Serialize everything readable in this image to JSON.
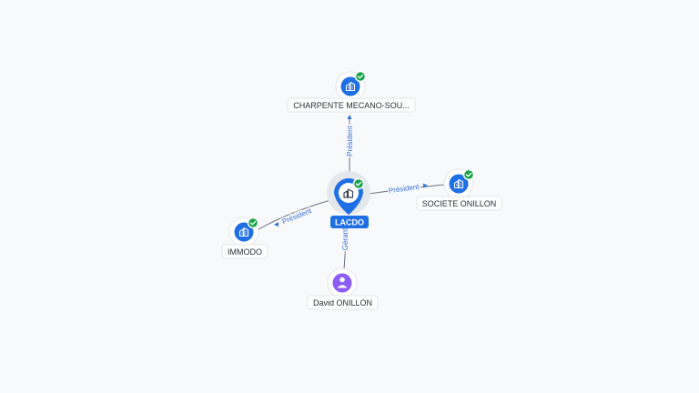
{
  "nodes": {
    "main": {
      "label": "LACDO",
      "icon": "building-icon",
      "verified": true,
      "color": "#1f6fe5"
    },
    "charpente": {
      "label": "CHARPENTE MECANO-SOU...",
      "icon": "building-icon",
      "verified": true
    },
    "societe": {
      "label": "SOCIETE ONILLON",
      "icon": "building-icon",
      "verified": true
    },
    "immodo": {
      "label": "IMMODO",
      "icon": "building-icon",
      "verified": true
    },
    "david": {
      "label": "David ONILLON",
      "icon": "person-icon",
      "verified": false,
      "color": "#8b5cf6"
    }
  },
  "edges": {
    "charpente": {
      "label": "Président"
    },
    "societe": {
      "label": "Président"
    },
    "immodo": {
      "label": "Président"
    },
    "david": {
      "label": "Gérant"
    }
  },
  "colors": {
    "company": "#1f6fe5",
    "person": "#8b5cf6",
    "verified": "#18a34a",
    "edge_label": "#3a6fd8"
  }
}
